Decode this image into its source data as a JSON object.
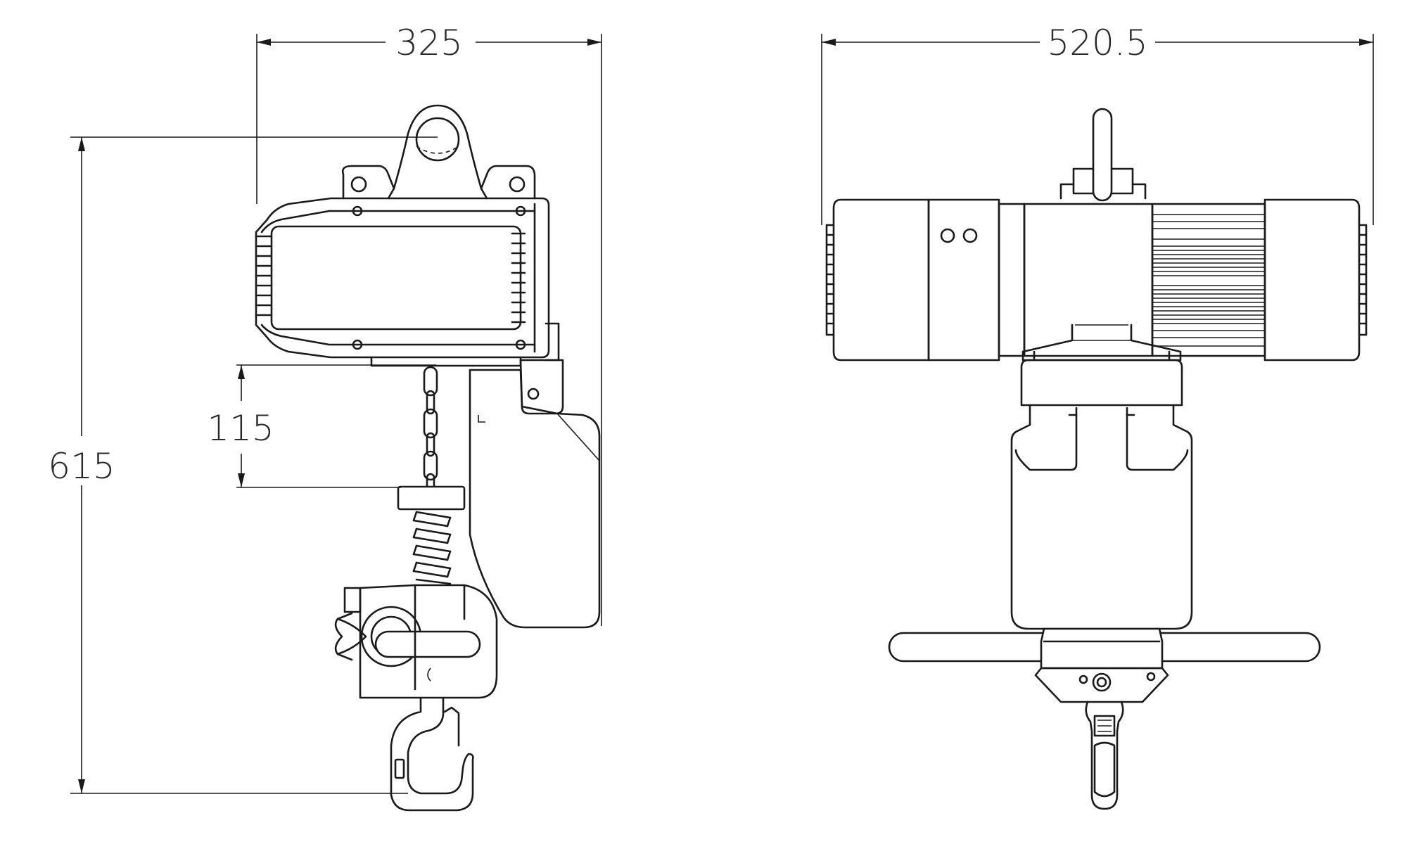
{
  "dimensions": {
    "side_width": "325",
    "side_height": "615",
    "chain_length": "115",
    "front_width": "520.5"
  },
  "colors": {
    "line": "#1a1a1a",
    "background": "#ffffff"
  }
}
